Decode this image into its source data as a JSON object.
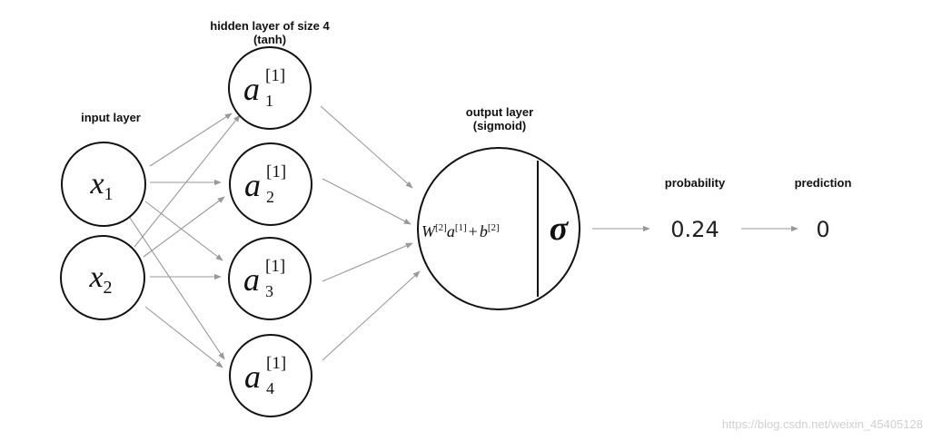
{
  "labels": {
    "input_layer": "input layer",
    "hidden_layer_line1": "hidden layer of size 4",
    "hidden_layer_line2": "(tanh)",
    "output_layer_line1": "output layer",
    "output_layer_line2": "(sigmoid)",
    "probability": "probability",
    "prediction": "prediction"
  },
  "inputs": [
    {
      "base": "x",
      "sub": "1"
    },
    {
      "base": "x",
      "sub": "2"
    }
  ],
  "hidden": [
    {
      "base": "a",
      "sup": "[1]",
      "sub": "1"
    },
    {
      "base": "a",
      "sup": "[1]",
      "sub": "2"
    },
    {
      "base": "a",
      "sup": "[1]",
      "sub": "3"
    },
    {
      "base": "a",
      "sup": "[1]",
      "sub": "4"
    }
  ],
  "output": {
    "w": "W",
    "w_sup": "[2]",
    "a": "a",
    "a_sup": "[1]",
    "plus": "+",
    "b": "b",
    "b_sup": "[2]",
    "sigma": "σ"
  },
  "values": {
    "probability": "0.24",
    "prediction": "0"
  },
  "watermark": "https://blog.csdn.net/weixin_45405128",
  "colors": {
    "arrow": "#999999",
    "node_stroke": "#111111",
    "text": "#111111",
    "watermark": "#d0d0d0"
  }
}
